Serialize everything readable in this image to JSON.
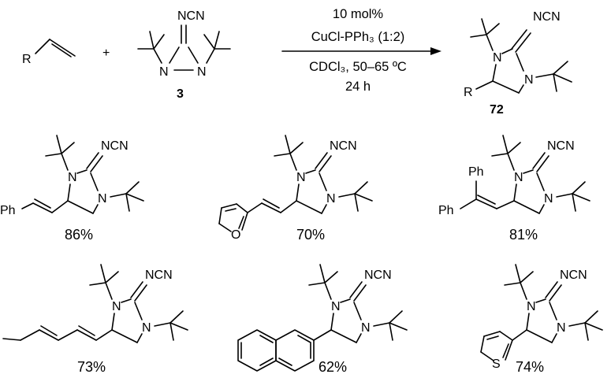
{
  "reaction": {
    "reactant_r": "R",
    "plus": "+",
    "reagent_label": "3",
    "product_label": "72",
    "conditions": {
      "line1": "10 mol%",
      "line2": "CuCl-PPh₃ (1:2)",
      "line3": "CDCl₃, 50–65 ºC",
      "line4": "24 h"
    }
  },
  "atoms": {
    "ncn": "NCN",
    "n": "N",
    "r": "R",
    "ph": "Ph",
    "o": "O",
    "s": "S"
  },
  "examples": [
    {
      "id": "ex1",
      "yield": "86%"
    },
    {
      "id": "ex2",
      "yield": "70%"
    },
    {
      "id": "ex3",
      "yield": "81%"
    },
    {
      "id": "ex4",
      "yield": "73%"
    },
    {
      "id": "ex5",
      "yield": "62%"
    },
    {
      "id": "ex6",
      "yield": "74%"
    }
  ]
}
